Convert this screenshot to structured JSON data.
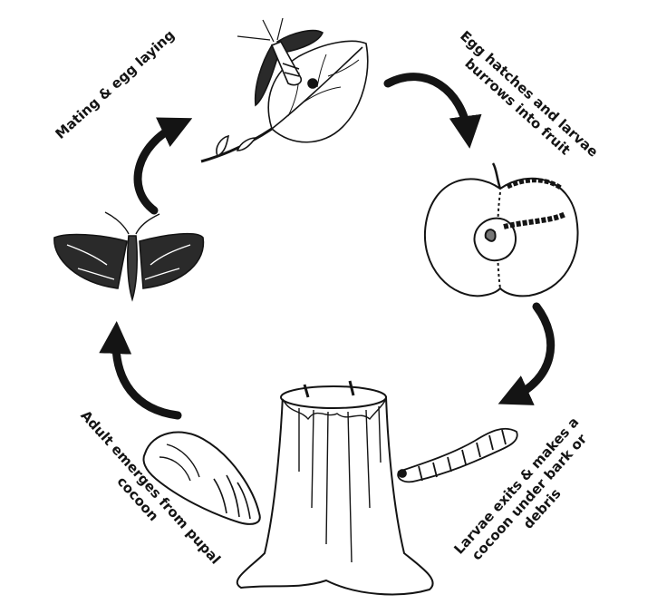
{
  "diagram": {
    "stages": [
      {
        "id": "mating",
        "label": "Mating & egg laying"
      },
      {
        "id": "hatch",
        "label": "Egg hatches and larvae\nburrows into fruit"
      },
      {
        "id": "exit",
        "label": "Larvae exits & makes a\ncocoon under bark or\ndebris"
      },
      {
        "id": "emerge",
        "label": "Adult emerges from pupal\ncocoon"
      }
    ],
    "illustrations": [
      "moth-on-leaf-illustration",
      "apple-cross-section-illustration",
      "larva-illustration",
      "tree-stump-illustration",
      "pupal-cocoon-illustration",
      "adult-moth-illustration"
    ],
    "colors": {
      "ink": "#141414",
      "background": "#ffffff"
    }
  }
}
